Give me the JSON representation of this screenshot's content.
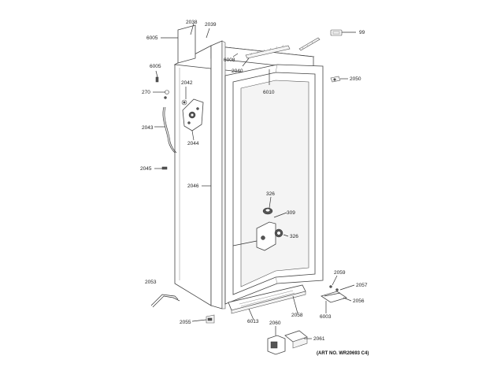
{
  "diagram": {
    "art_number": "(ART NO. WR20693 C4)",
    "labels": {
      "p6005a": "6005",
      "p2038": "2038",
      "p2039": "2039",
      "p99": "99",
      "p6008": "6008",
      "p2040": "2040",
      "p6005b": "6005",
      "p2042": "2042",
      "p270": "270",
      "p2050": "2050",
      "p6010": "6010",
      "p2043": "2043",
      "p2044": "2044",
      "p2045": "2045",
      "p2046": "2046",
      "p326a": "326",
      "p309": "309",
      "p326b": "326",
      "p2059": "2059",
      "p2057": "2057",
      "p2053": "2053",
      "p2056": "2056",
      "p6003": "6003",
      "p2058": "2058",
      "p6013": "6013",
      "p2055": "2055",
      "p2060": "2060",
      "p2061": "2061"
    }
  }
}
